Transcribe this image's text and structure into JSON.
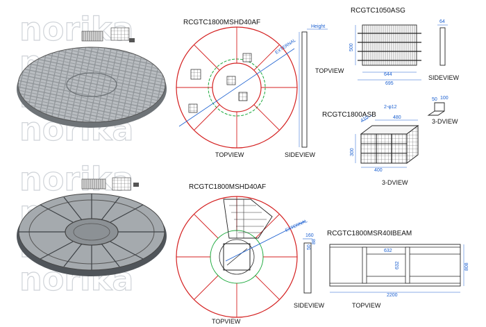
{
  "watermark": "norika",
  "colors": {
    "red": "#d42020",
    "blue": "#1a5fd0",
    "green": "#19a83a",
    "dark": "#222222"
  },
  "top": {
    "title": "RCGTC1800MSHD40AF",
    "top_view": "TOPVIEW",
    "side_view": "SIDEVIEW",
    "external": "EXTERNAL",
    "height": "Height"
  },
  "bottom": {
    "title": "RCGTC1800MSHD40AF",
    "top_view": "TOPVIEW",
    "side_view": "SIDEVIEW",
    "external": "EXTERNAL"
  },
  "grate": {
    "title": "RCGTC1050ASG",
    "top_view": "TOPVIEW",
    "side_view": "SIDEVIEW",
    "dim_644": "644",
    "dim_695": "695",
    "dim_500": "500",
    "dim_64": "64"
  },
  "basket": {
    "title": "RCGTC1800ASB",
    "view": "3-DVIEW",
    "note": "2-φ12",
    "dim_410": "410",
    "dim_480": "480",
    "dim_300": "300",
    "dim_400": "400"
  },
  "bracket": {
    "view": "3-DVIEW",
    "dim_50": "50",
    "dim_100": "100"
  },
  "beam": {
    "title": "RCGTC1800MSR40IBEAM",
    "top_view": "TOPVIEW",
    "dim_632a": "632",
    "dim_632b": "632",
    "dim_2200": "2200",
    "dim_808": "808"
  },
  "beam_side": {
    "dim_160": "160",
    "dim_88": "88",
    "dim_50": "50",
    "side_view": "SIDEVIEW"
  }
}
